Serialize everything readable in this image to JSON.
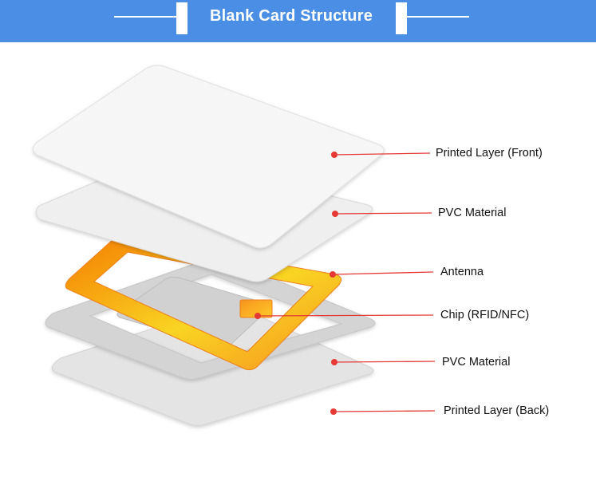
{
  "header": {
    "title": "Blank Card Structure"
  },
  "labels": {
    "printed_front": "Printed Layer (Front)",
    "pvc_top": "PVC Material",
    "antenna": "Antenna",
    "chip": "Chip (RFID/NFC)",
    "pvc_bottom": "PVC Material",
    "printed_back": "Printed Layer (Back)"
  },
  "colors": {
    "banner": "#4a8ee6",
    "antenna": "#f7931e",
    "chip": "#f9a825",
    "pointer": "#e53935"
  }
}
